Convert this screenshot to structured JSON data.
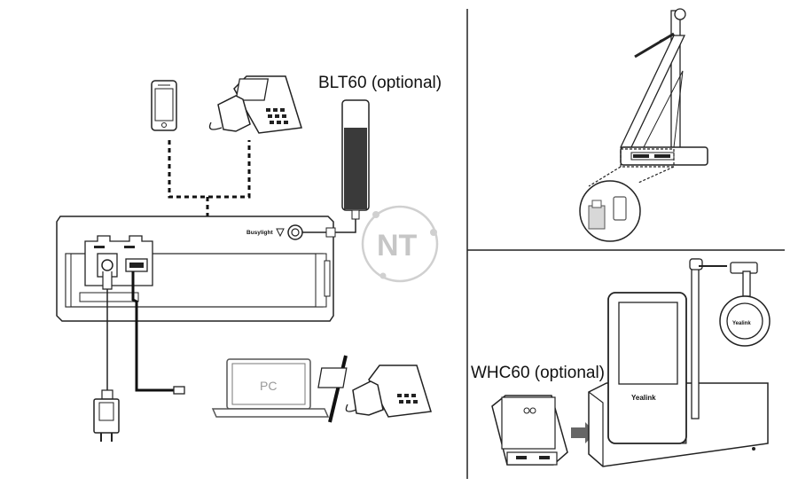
{
  "labels": {
    "blt60": "BLT60 (optional)",
    "whc60": "WHC60 (optional)",
    "pc": "PC",
    "busylight": "Busylight",
    "watermark": "NT",
    "brand": "Yealink"
  },
  "colors": {
    "line": "#1a1a1a",
    "device_fill": "#f3f3f3",
    "dark": "#3a3a3a",
    "watermark": "#c8c8c8",
    "speaker": "#7a7a7a"
  }
}
